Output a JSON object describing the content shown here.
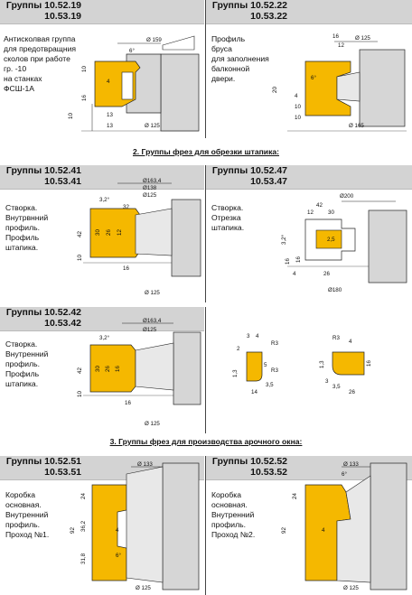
{
  "panels": {
    "p1": {
      "group_a": "Группы 10.52.19",
      "group_b": "10.53.19",
      "desc": "Антисколвая группа\nдля предотвращния\nсколов при работе\nгр. -10\nна станках\nФСШ-1А"
    },
    "p2": {
      "group_a": "Группы 10.52.22",
      "group_b": "10.53.22",
      "desc": "Профиль\nбруса\nдля заполнения\nбалконной\nдвери."
    },
    "p3": {
      "group_a": "Группы 10.52.41",
      "group_b": "10.53.41",
      "desc": "Створка.\nВнутрвнний\nпрофиль.\nПрофиль\nштапика."
    },
    "p4": {
      "group_a": "Группы 10.52.47",
      "group_b": "10.53.47",
      "desc": "Створка.\nОтрезка\nштапика."
    },
    "p5": {
      "group_a": "Группы 10.52.42",
      "group_b": "10.53.42",
      "desc": "Створка.\nВнутренний\nпрофиль.\nПрофиль\nштапика."
    },
    "p7": {
      "group_a": "Группы 10.52.51",
      "group_b": "10.53.51",
      "desc": "Коробка\nосновная.\nВнутренний\nпрофиль.\nПроход №1."
    },
    "p8": {
      "group_a": "Группы 10.52.52",
      "group_b": "10.53.52",
      "desc": "Коробка\nосновная.\nВнутренний\nпрофиль.\nПроход №2."
    }
  },
  "sections": {
    "s2": "2. Группы фрез для обрезки штапика:",
    "s3": "3. Группы фрез для производства арочного окна:"
  },
  "dims": {
    "p1": {
      "d1": "Ø 159",
      "a1": "6°",
      "v1": "4",
      "v2": "10",
      "v3": "16",
      "v4": "10",
      "v5": "13",
      "v6": "13",
      "d2": "Ø 125"
    },
    "p2": {
      "d1": "Ø 125",
      "t1": "16",
      "t2": "12",
      "a1": "6°",
      "v1": "20",
      "v2": "4",
      "v3": "10",
      "v4": "10",
      "d2": "Ø 165"
    },
    "p3": {
      "d1": "Ø163,4",
      "d2": "Ø138",
      "d3": "Ø125",
      "a1": "3,2°",
      "t1": "32",
      "v1": "30",
      "v2": "26",
      "v3": "12",
      "v4": "42",
      "v5": "10",
      "b1": "16",
      "d4": "Ø 125"
    },
    "p4": {
      "d1": "Ø200",
      "t1": "42",
      "t2": "30",
      "t3": "12",
      "a1": "3,2°",
      "v1": "2,5",
      "v2": "16",
      "v3": "16",
      "b1": "4",
      "b2": "26",
      "d2": "Ø180"
    },
    "p5": {
      "d1": "Ø163,4",
      "d2": "Ø125",
      "a1": "3,2°",
      "v1": "30",
      "v2": "26",
      "v3": "16",
      "v4": "42",
      "v5": "10",
      "b1": "16",
      "d3": "Ø 125"
    },
    "p6": {
      "r1": "3",
      "r2": "4",
      "r3": "R3",
      "r4": "R3",
      "v1": "2",
      "v2": "1,3",
      "v3": "5",
      "b1": "14",
      "b2": "3,5",
      "r5": "R3",
      "r6": "4",
      "v4": "16",
      "v5": "1,3",
      "v6": "3",
      "b3": "26",
      "b4": "3,5"
    },
    "p7": {
      "d1": "Ø 133",
      "v1": "24",
      "v2": "36,2",
      "v3": "92",
      "v4": "31,8",
      "v5": "4",
      "a1": "6°",
      "d2": "Ø 125"
    },
    "p8": {
      "d1": "Ø 133",
      "a1": "6°",
      "v1": "24",
      "v2": "92",
      "v3": "4",
      "d2": "Ø 125"
    }
  },
  "colors": {
    "header_bg": "#d3d3d3",
    "profile_fill": "#f5b800",
    "cutter_fill": "#d6d6d6"
  }
}
